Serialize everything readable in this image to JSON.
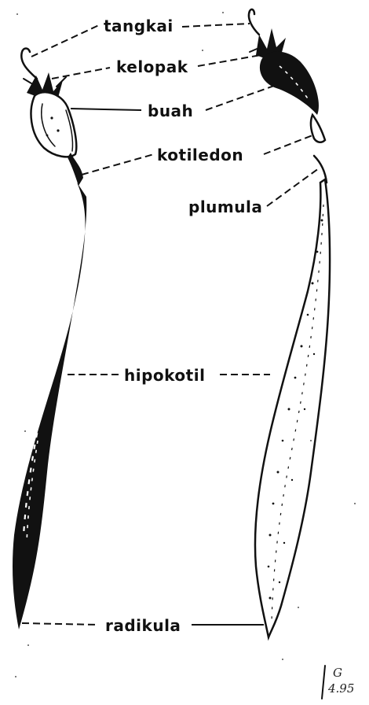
{
  "labels": {
    "tangkai": "tangkai",
    "kelopak": "kelopak",
    "buah": "buah",
    "kotiledon": "kotiledon",
    "plumula": "plumula",
    "hipokotil": "hipokotil",
    "radikula": "radikula"
  },
  "signature": {
    "initial": "G",
    "date": "4.95"
  }
}
